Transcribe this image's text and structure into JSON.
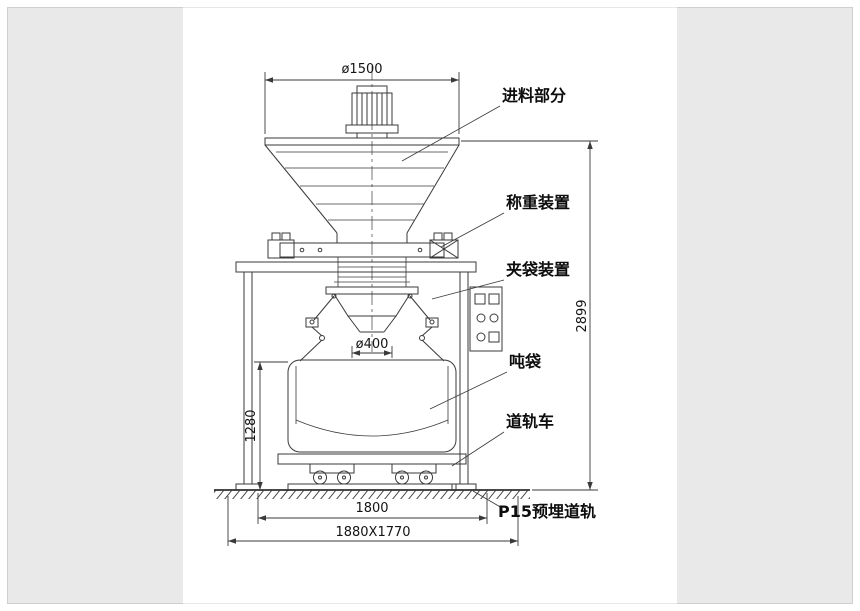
{
  "diagram": {
    "labels": {
      "feed": "进料部分",
      "weigh": "称重装置",
      "clamp": "夹袋装置",
      "bag": "吨袋",
      "railcar": "道轨车",
      "rail": "P15预埋道轨"
    },
    "dimensions": {
      "top_diameter": "ø1500",
      "outlet_diameter": "ø400",
      "total_height": "2899",
      "bag_height": "1280",
      "rail_span": "1800",
      "footprint": "1880X1770"
    },
    "colors": {
      "canvas": "#ffffff",
      "matte": "#e9e9e9",
      "line": "#3a3a3a"
    }
  }
}
